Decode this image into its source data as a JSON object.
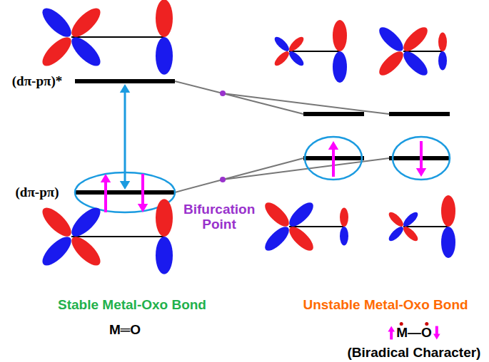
{
  "diagram": {
    "labels": [
      "(dπ-pπ)*",
      "(dπ-pπ)",
      "Bifurcation Point",
      "Stable Metal-Oxo Bond",
      "M═O",
      "Unstable Metal-Oxo Bond",
      "M—O",
      "(Biradical Character)"
    ]
  }
}
